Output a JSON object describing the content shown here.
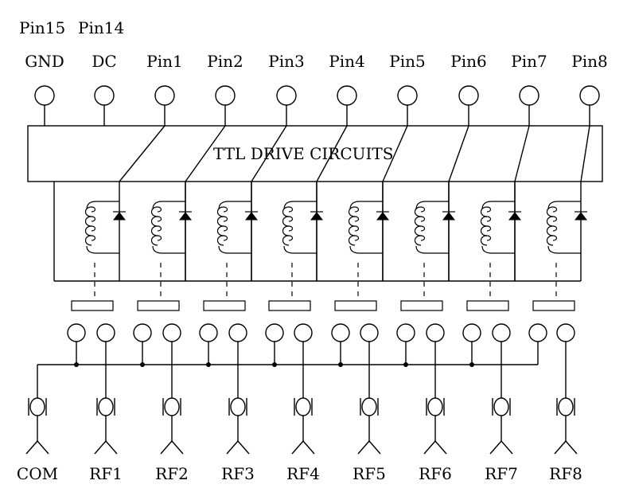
{
  "header_pins": [
    "Pin15",
    "Pin14"
  ],
  "top_labels": [
    "GND",
    "DC",
    "Pin1",
    "Pin2",
    "Pin3",
    "Pin4",
    "Pin5",
    "Pin6",
    "Pin7",
    "Pin8"
  ],
  "driver_block_label": "TTL DRIVE CIRCUITS",
  "bottom_labels": [
    "COM",
    "RF1",
    "RF2",
    "RF3",
    "RF4",
    "RF5",
    "RF6",
    "RF7",
    "RF8"
  ],
  "relay_count": 8
}
